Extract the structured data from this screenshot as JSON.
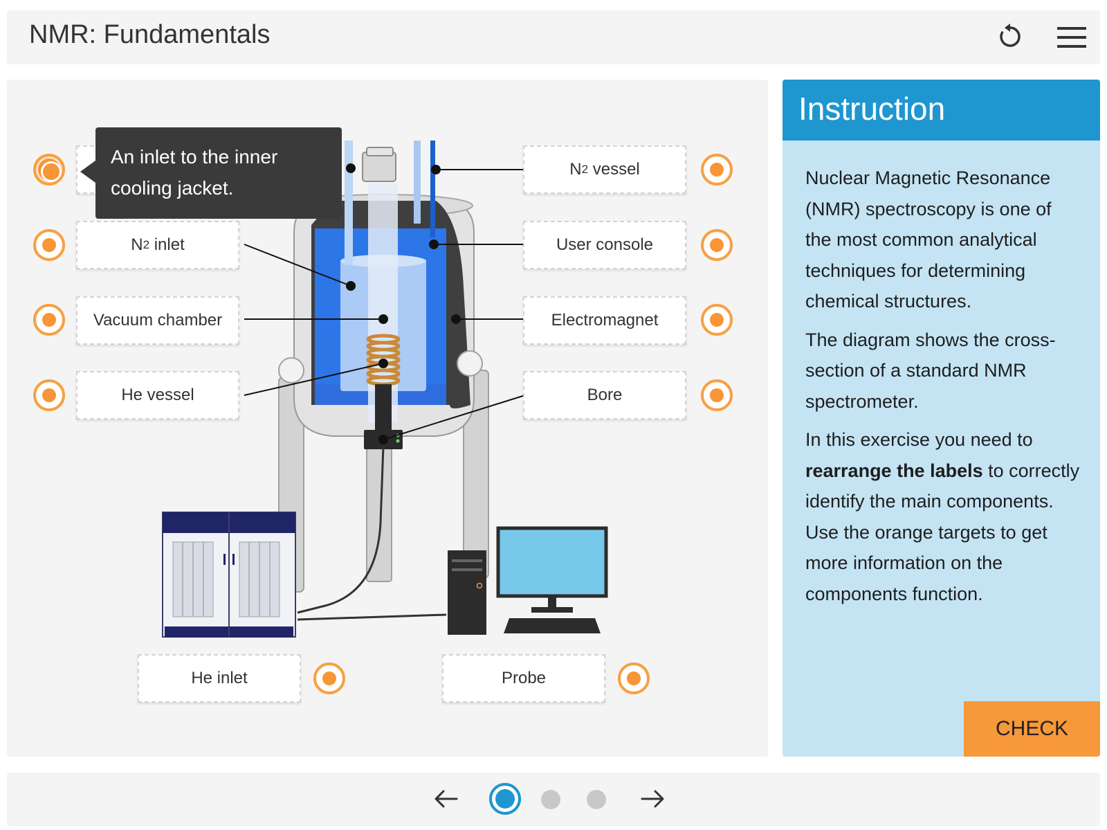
{
  "header": {
    "title": "NMR: Fundamentals",
    "reset_icon": "reset-icon",
    "menu_icon": "hamburger-menu-icon"
  },
  "tooltip": {
    "text": "An inlet to the inner cooling jacket."
  },
  "labels": {
    "n2_inlet_prefix": "N",
    "n2_inlet_sub": "2",
    "n2_inlet_suffix": " inlet",
    "vacuum_chamber": "Vacuum chamber",
    "he_vessel": "He vessel",
    "n2_vessel_prefix": "N",
    "n2_vessel_sub": "2",
    "n2_vessel_suffix": " vessel",
    "user_console": "User console",
    "electromagnet": "Electromagnet",
    "bore": "Bore",
    "he_inlet": "He inlet",
    "probe": "Probe"
  },
  "instruction": {
    "title": "Instruction",
    "paragraph1": "Nuclear Magnetic Resonance (NMR) spectroscopy is one of the most common analytical techniques for determining chemical structures.",
    "paragraph2": "The diagram shows the cross-section of a standard NMR spectrometer.",
    "paragraph3_before": "In this exercise you need to ",
    "paragraph3_bold": "rearrange the labels",
    "paragraph3_after": " to correctly identify the main components. Use the orange targets to get more information on the components function.",
    "check_label": "CHECK"
  },
  "pagination": {
    "prev_icon": "arrow-left-icon",
    "next_icon": "arrow-right-icon",
    "total_pages": 3,
    "current_page": 1
  },
  "colors": {
    "accent_orange": "#f79537",
    "header_blue": "#1f96cf",
    "panel_blue": "#c4e4f4",
    "tooltip_dark": "#3a3a3a"
  }
}
